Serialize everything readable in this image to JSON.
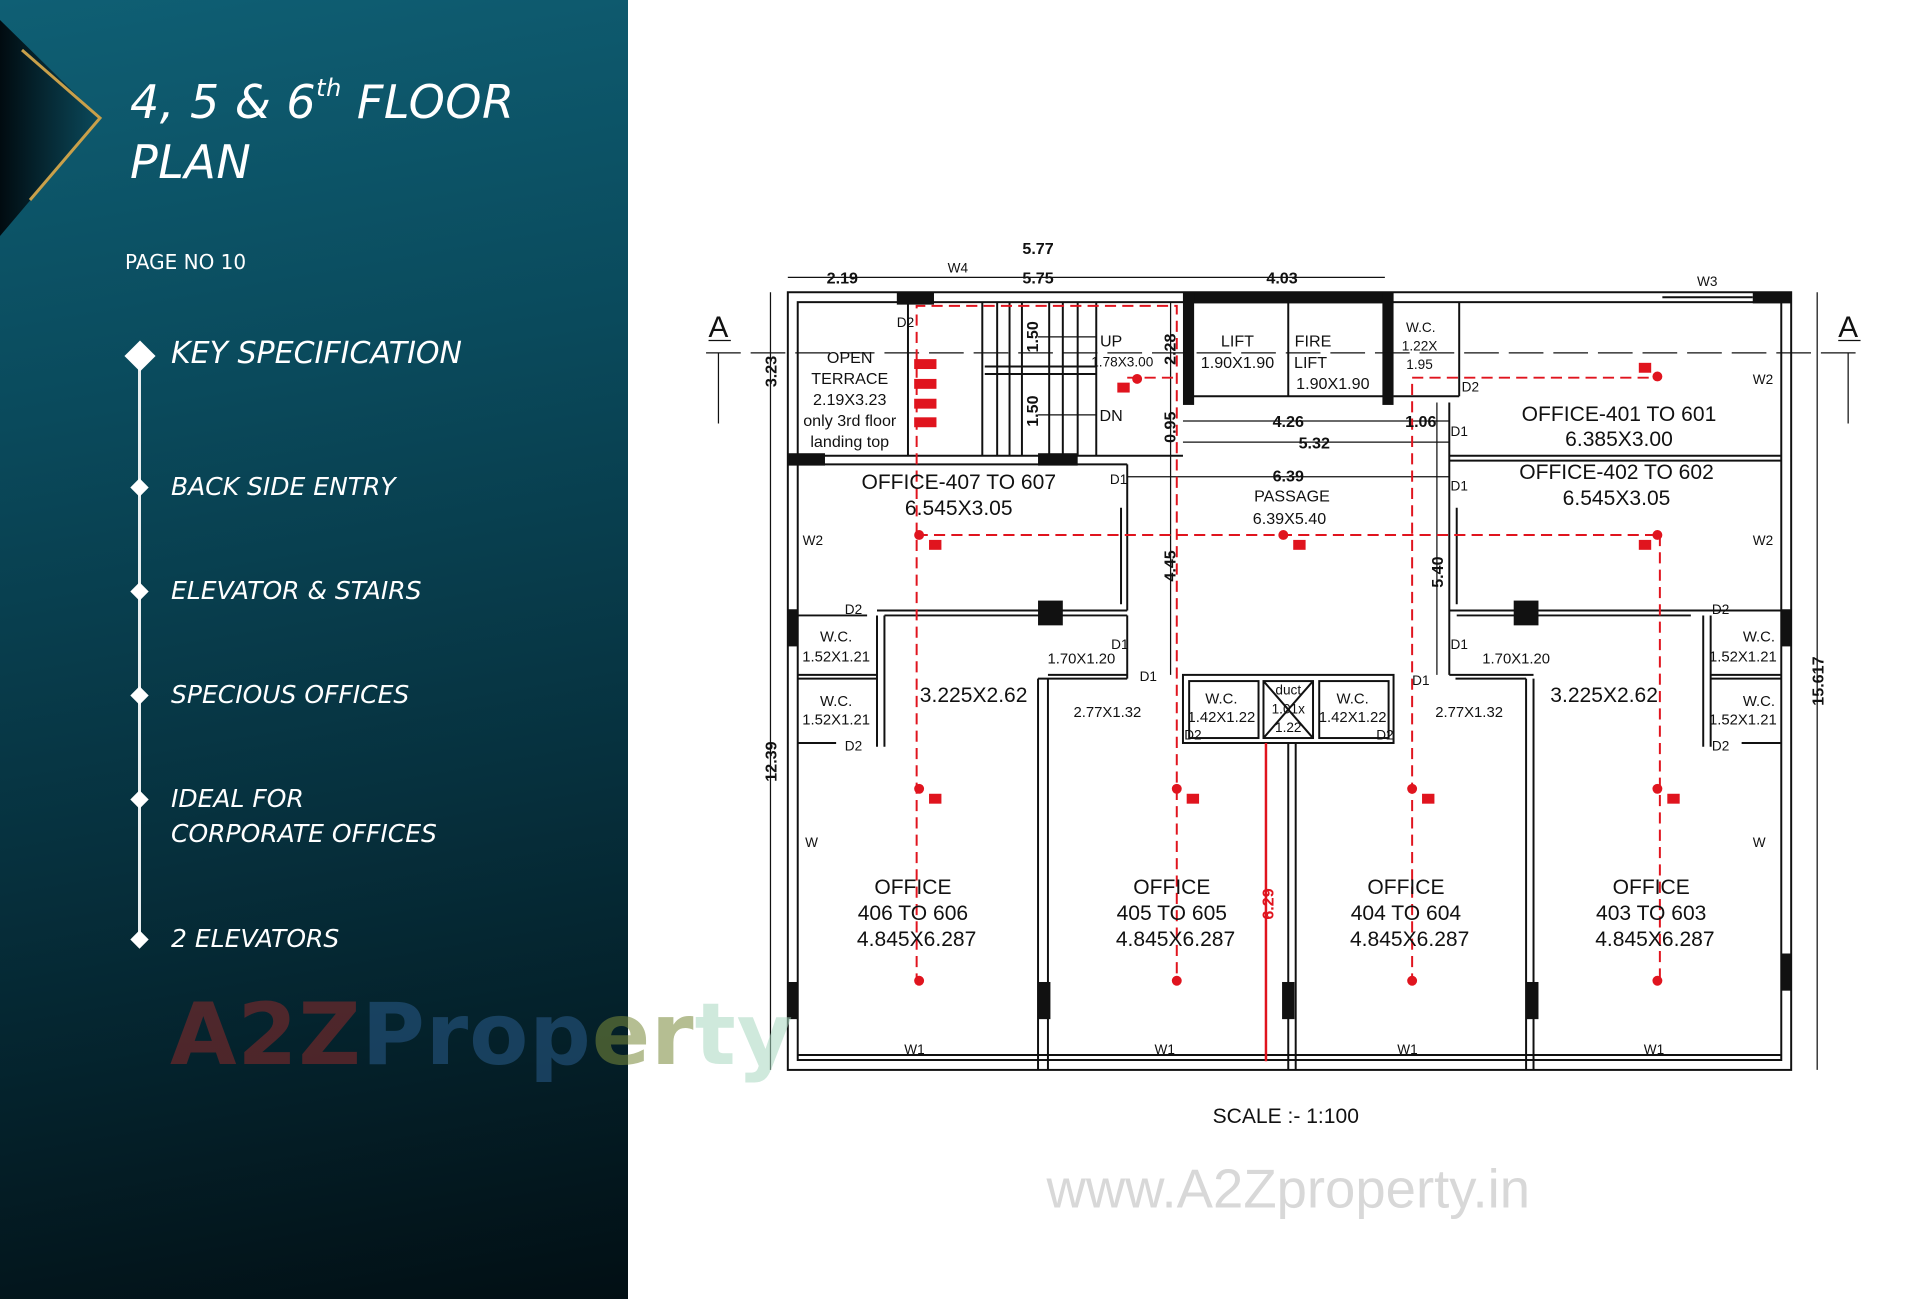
{
  "panel": {
    "title_prefix": "4, 5 & 6",
    "title_sup": "th",
    "title_line1_suffix": " FLOOR",
    "title_line2": "PLAN",
    "page_no": "PAGE NO 10",
    "spec_heading": "KEY SPECIFICATION",
    "specs": [
      "BACK SIDE ENTRY",
      "ELEVATOR & STAIRS",
      "SPECIOUS OFFICES",
      "IDEAL FOR",
      "CORPORATE OFFICES",
      "2 ELEVATORS"
    ]
  },
  "logo": {
    "part1": "A2Z",
    "part2": "Prop",
    "part3": "er",
    "part4": "ty"
  },
  "watermark": "www.A2Zproperty.in",
  "plan": {
    "dims": {
      "overall_top": "5.77",
      "d219": "2.19",
      "d575": "5.75",
      "d403": "4.03",
      "d323": "3.23",
      "d1239": "12.39",
      "d15617": "15.617",
      "d228": "2.28",
      "d150": "1.50",
      "d095": "0.95",
      "d426": "4.26",
      "d532": "5.32",
      "d106": "1.06",
      "d639": "6.39",
      "d445": "4.45",
      "d540": "5.40",
      "d629": "6.29"
    },
    "tags": {
      "w1": "W1",
      "w2": "W2",
      "w3": "W3",
      "w4": "W4",
      "w": "W",
      "d1": "D1",
      "d2": "D2",
      "section": "A"
    },
    "terrace": [
      "OPEN",
      "TERRACE",
      "2.19X3.23",
      "only 3rd floor",
      "landing top"
    ],
    "stairs": {
      "up": "UP",
      "size": "1.78X3.00",
      "dn": "DN"
    },
    "lift": {
      "name": "LIFT",
      "size": "1.90X1.90"
    },
    "fire_lift": {
      "name1": "FIRE",
      "name2": "LIFT",
      "size": "1.90X1.90"
    },
    "wc_top": {
      "name": "W.C.",
      "size1": "1.22X",
      "size2": "1.95"
    },
    "office_401": {
      "name": "OFFICE-401 TO 601",
      "size": "6.385X3.00"
    },
    "office_402": {
      "name": "OFFICE-402 TO 602",
      "size": "6.545X3.05"
    },
    "office_407": {
      "name": "OFFICE-407 TO 607",
      "size": "6.545X3.05"
    },
    "passage": {
      "name": "PASSAGE",
      "size": "6.39X5.40"
    },
    "wc": {
      "name": "W.C.",
      "side_size": "1.52X1.21",
      "center_size": "1.42X1.22"
    },
    "lobby_size": "1.70X1.20",
    "cabin_size": "3.225X2.62",
    "pantry_size": "2.77X1.32",
    "duct": {
      "name": "duct",
      "size1": "1.01x",
      "size2": "1.22"
    },
    "offices_bottom": [
      {
        "name": "OFFICE",
        "range": "406 TO 606",
        "size": "4.845X6.287"
      },
      {
        "name": "OFFICE",
        "range": "405 TO 605",
        "size": "4.845X6.287"
      },
      {
        "name": "OFFICE",
        "range": "404 TO 604",
        "size": "4.845X6.287"
      },
      {
        "name": "OFFICE",
        "range": "403 TO 603",
        "size": "4.845X6.287"
      }
    ],
    "scale": "SCALE :- 1:100"
  },
  "colors": {
    "panel_top": "#0f5f74",
    "panel_bottom": "#020f14",
    "gold": "#c9a04a",
    "fire_red": "#e0141e"
  }
}
